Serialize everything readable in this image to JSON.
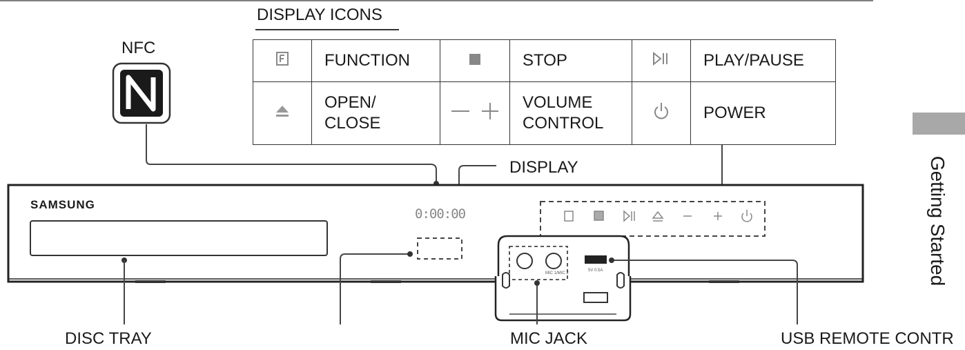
{
  "section_tab": "Getting Started",
  "display_icons_title": "DISPLAY ICONS",
  "callouts": {
    "nfc": "NFC",
    "display": "DISPLAY",
    "disc_tray": "DISC TRAY",
    "mic_jack": "MIC JACK",
    "usb_remote": "USB REMOTE CONTR"
  },
  "brand": "SAMSUNG",
  "display_readout": "0:00:00",
  "icon_table": {
    "row1": [
      {
        "icon": "function-icon",
        "label": "FUNCTION"
      },
      {
        "icon": "stop-icon",
        "label": "STOP"
      },
      {
        "icon": "play-pause-icon",
        "label": "PLAY/PAUSE"
      }
    ],
    "row2": [
      {
        "icon": "eject-icon",
        "label_line1": "OPEN/",
        "label_line2": "CLOSE"
      },
      {
        "icon": "volume-icon",
        "label_line1": "VOLUME",
        "label_line2": "CONTROL"
      },
      {
        "icon": "power-icon",
        "label": "POWER"
      }
    ]
  },
  "port_labels": {
    "mic": "MIC 1/MIC 2",
    "usb": "5V 0.5A"
  }
}
